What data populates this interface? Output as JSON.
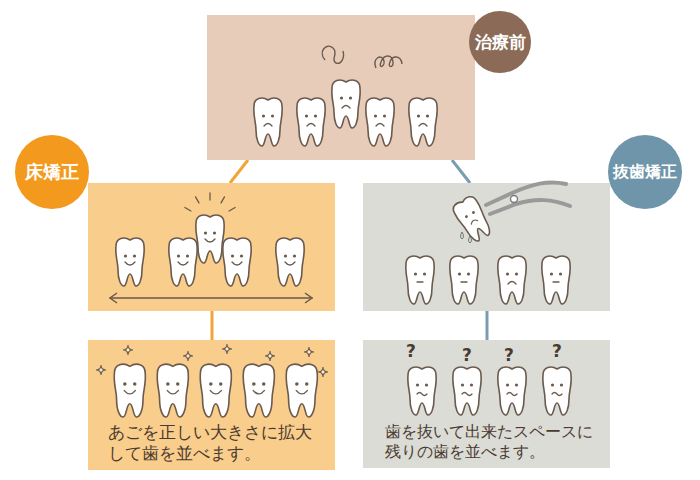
{
  "diagram": {
    "nodes": [
      {
        "text": [
          "治療前"
        ]
      },
      {
        "text": [
          "床矯正"
        ]
      },
      {
        "text": [
          "抜歯矯正"
        ]
      },
      {
        "text": [
          "あごを正しい大きさに拡大して歯を並べます。"
        ]
      },
      {
        "text": [
          "歯を抜いて出来たスペースに残りの歯を並べます。"
        ]
      }
    ],
    "edges": [
      {
        "from": 0,
        "to": 1,
        "arrow": "none"
      },
      {
        "from": 0,
        "to": 2,
        "arrow": "none"
      },
      {
        "from": 1,
        "to": 3,
        "arrow": "none"
      },
      {
        "from": 2,
        "to": 4,
        "arrow": "none"
      }
    ],
    "labels": [
      "?",
      "?",
      "?",
      "?"
    ]
  }
}
